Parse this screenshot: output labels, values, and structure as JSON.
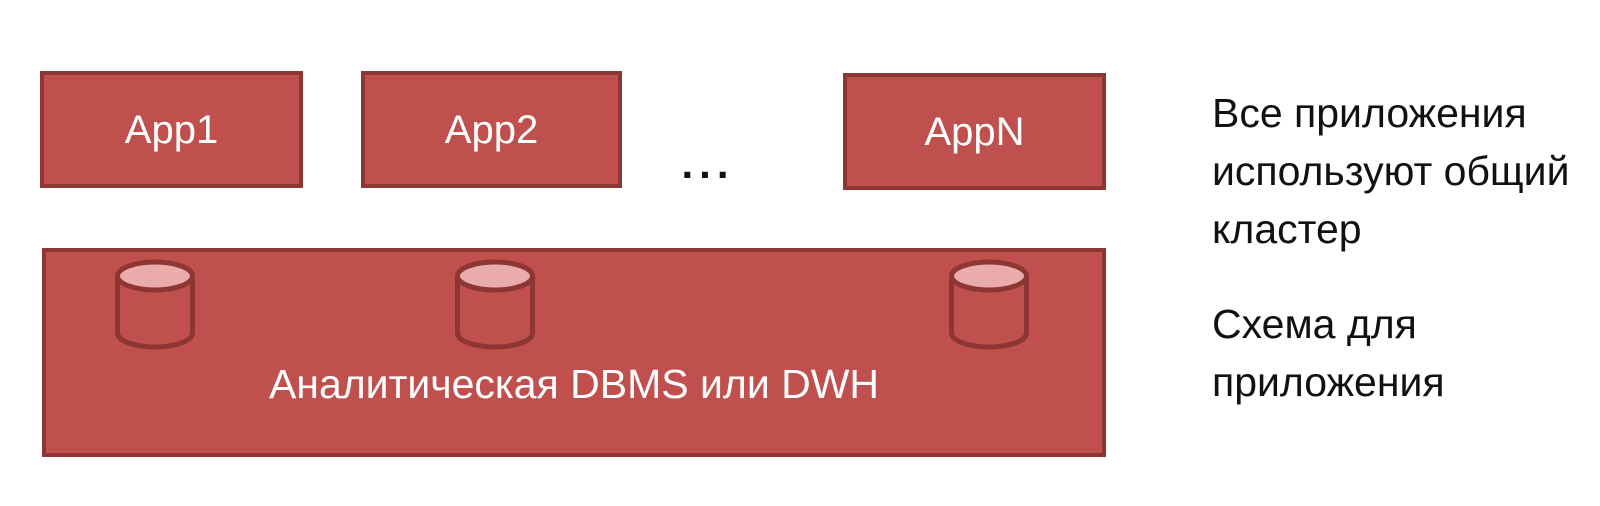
{
  "colors": {
    "shape_fill": "#C0504D",
    "shape_stroke": "#8E3634",
    "cylinder_top_fill": "#E9ACAB",
    "box_label": "#FFFFFF",
    "caption_text": "#111111",
    "background": "#FFFFFF"
  },
  "diagram": {
    "app_boxes": [
      {
        "label": "App1"
      },
      {
        "label": "App2"
      },
      {
        "label": "AppN"
      }
    ],
    "ellipsis": "...",
    "cluster": {
      "label": "Аналитическая DBMS или DWH",
      "schema_icon": "database-cylinder",
      "schema_count": 3
    }
  },
  "annotations": [
    {
      "text": "Все приложения используют общий кластер"
    },
    {
      "text": "Схема для приложения"
    }
  ]
}
